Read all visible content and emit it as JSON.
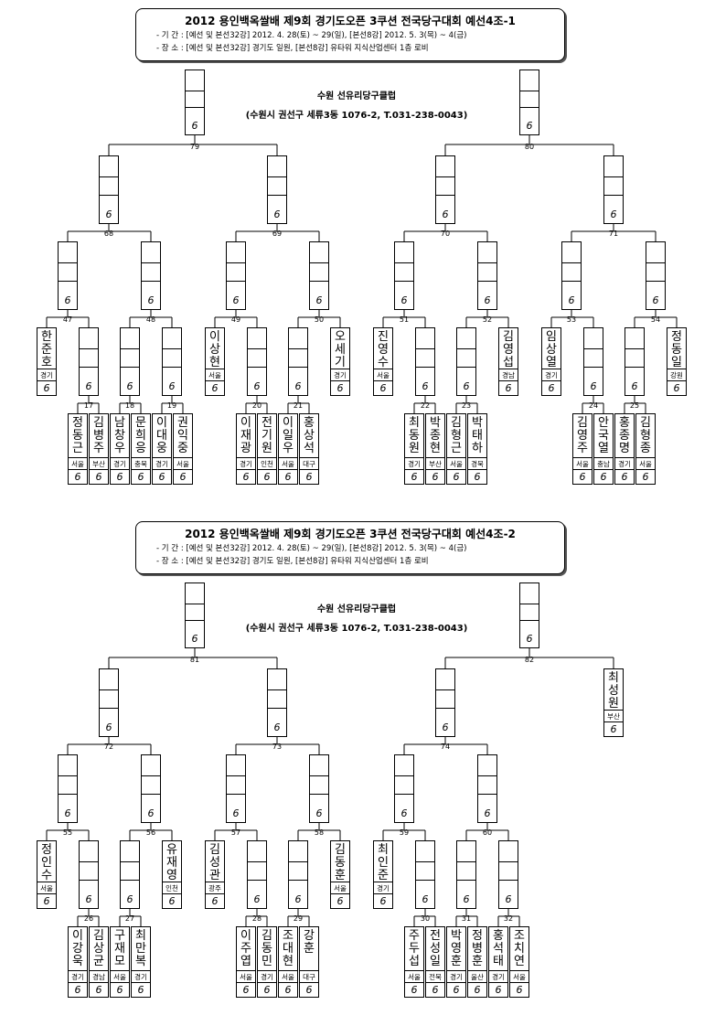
{
  "sections": [
    {
      "title": "2012 용인백옥쌀배 제9회 경기도오픈 3쿠션 전국당구대회 예선4조-1",
      "period": "- 기 간 : [예선 및 본선32강] 2012. 4. 28(토) ~ 29(일), [본선8강] 2012. 5. 3(목) ~ 4(금)",
      "place": "- 장 소 : [예선 및 본선32강] 경기도 일원, [본선8강] 유타워 지식산업센터 1층 로비",
      "venue_name": "수원 선유리당구클럽",
      "venue_addr": "(수원시 권선구 세류3동 1076-2, T.031-238-0043)",
      "score_mark": "6",
      "match_numbers": [
        "79",
        "80",
        "68",
        "69",
        "70",
        "71",
        "47",
        "48",
        "49",
        "50",
        "51",
        "52",
        "53",
        "54",
        "17",
        "18",
        "19",
        "20",
        "21",
        "22",
        "23",
        "24",
        "25"
      ],
      "players": [
        {
          "name": "한준호",
          "region": "경기"
        },
        {
          "name": "오세기",
          "region": "경기"
        },
        {
          "name": "이상현",
          "region": "서울"
        },
        {
          "name": "진영수",
          "region": "서울"
        },
        {
          "name": "김영섭",
          "region": "경남"
        },
        {
          "name": "임상열",
          "region": "경기"
        },
        {
          "name": "정동일",
          "region": "강원"
        },
        {
          "name": "정동근",
          "region": "서울"
        },
        {
          "name": "김병주",
          "region": "부산"
        },
        {
          "name": "남창우",
          "region": "경기"
        },
        {
          "name": "문희응",
          "region": "충북"
        },
        {
          "name": "이대웅",
          "region": "경기"
        },
        {
          "name": "권익중",
          "region": "서울"
        },
        {
          "name": "이재광",
          "region": "경기"
        },
        {
          "name": "전기원",
          "region": "인천"
        },
        {
          "name": "이일우",
          "region": "서울"
        },
        {
          "name": "홍상석",
          "region": "대구"
        },
        {
          "name": "최동원",
          "region": "경기"
        },
        {
          "name": "박종현",
          "region": "부산"
        },
        {
          "name": "김형근",
          "region": "서울"
        },
        {
          "name": "박태하",
          "region": "경북"
        },
        {
          "name": "김영주",
          "region": "서울"
        },
        {
          "name": "안국열",
          "region": "충남"
        },
        {
          "name": "홍종명",
          "region": "경기"
        },
        {
          "name": "김형종",
          "region": "서울"
        }
      ]
    },
    {
      "title": "2012 용인백옥쌀배 제9회 경기도오픈 3쿠션 전국당구대회 예선4조-2",
      "period": "- 기 간 : [예선 및 본선32강] 2012. 4. 28(토) ~ 29(일), [본선8강] 2012. 5. 3(목) ~ 4(금)",
      "place": "- 장 소 : [예선 및 본선32강] 경기도 일원, [본선8강] 유타워 지식산업센터 1층 로비",
      "venue_name": "수원 선유리당구클럽",
      "venue_addr": "(수원시 권선구 세류3동 1076-2, T.031-238-0043)",
      "score_mark": "6",
      "match_numbers": [
        "81",
        "82",
        "72",
        "73",
        "74",
        "55",
        "56",
        "57",
        "58",
        "59",
        "60",
        "26",
        "27",
        "28",
        "29",
        "30",
        "31",
        "32"
      ],
      "players": [
        {
          "name": "최성원",
          "region": "부산"
        },
        {
          "name": "정인수",
          "region": "서울"
        },
        {
          "name": "유재영",
          "region": "인천"
        },
        {
          "name": "김성관",
          "region": "광주"
        },
        {
          "name": "김동훈",
          "region": "서울"
        },
        {
          "name": "최인준",
          "region": "경기"
        },
        {
          "name": "이강욱",
          "region": "경기"
        },
        {
          "name": "김상균",
          "region": "경남"
        },
        {
          "name": "구재모",
          "region": "서울"
        },
        {
          "name": "최만복",
          "region": "경기"
        },
        {
          "name": "이주엽",
          "region": "서울"
        },
        {
          "name": "김동민",
          "region": "경기"
        },
        {
          "name": "조대현",
          "region": "서울"
        },
        {
          "name": "강훈",
          "region": "대구"
        },
        {
          "name": "주두섭",
          "region": "서울"
        },
        {
          "name": "전성일",
          "region": "전북"
        },
        {
          "name": "박영훈",
          "region": "경기"
        },
        {
          "name": "정병훈",
          "region": "울산"
        },
        {
          "name": "홍석태",
          "region": "경기"
        },
        {
          "name": "조치연",
          "region": "서울"
        }
      ]
    }
  ]
}
